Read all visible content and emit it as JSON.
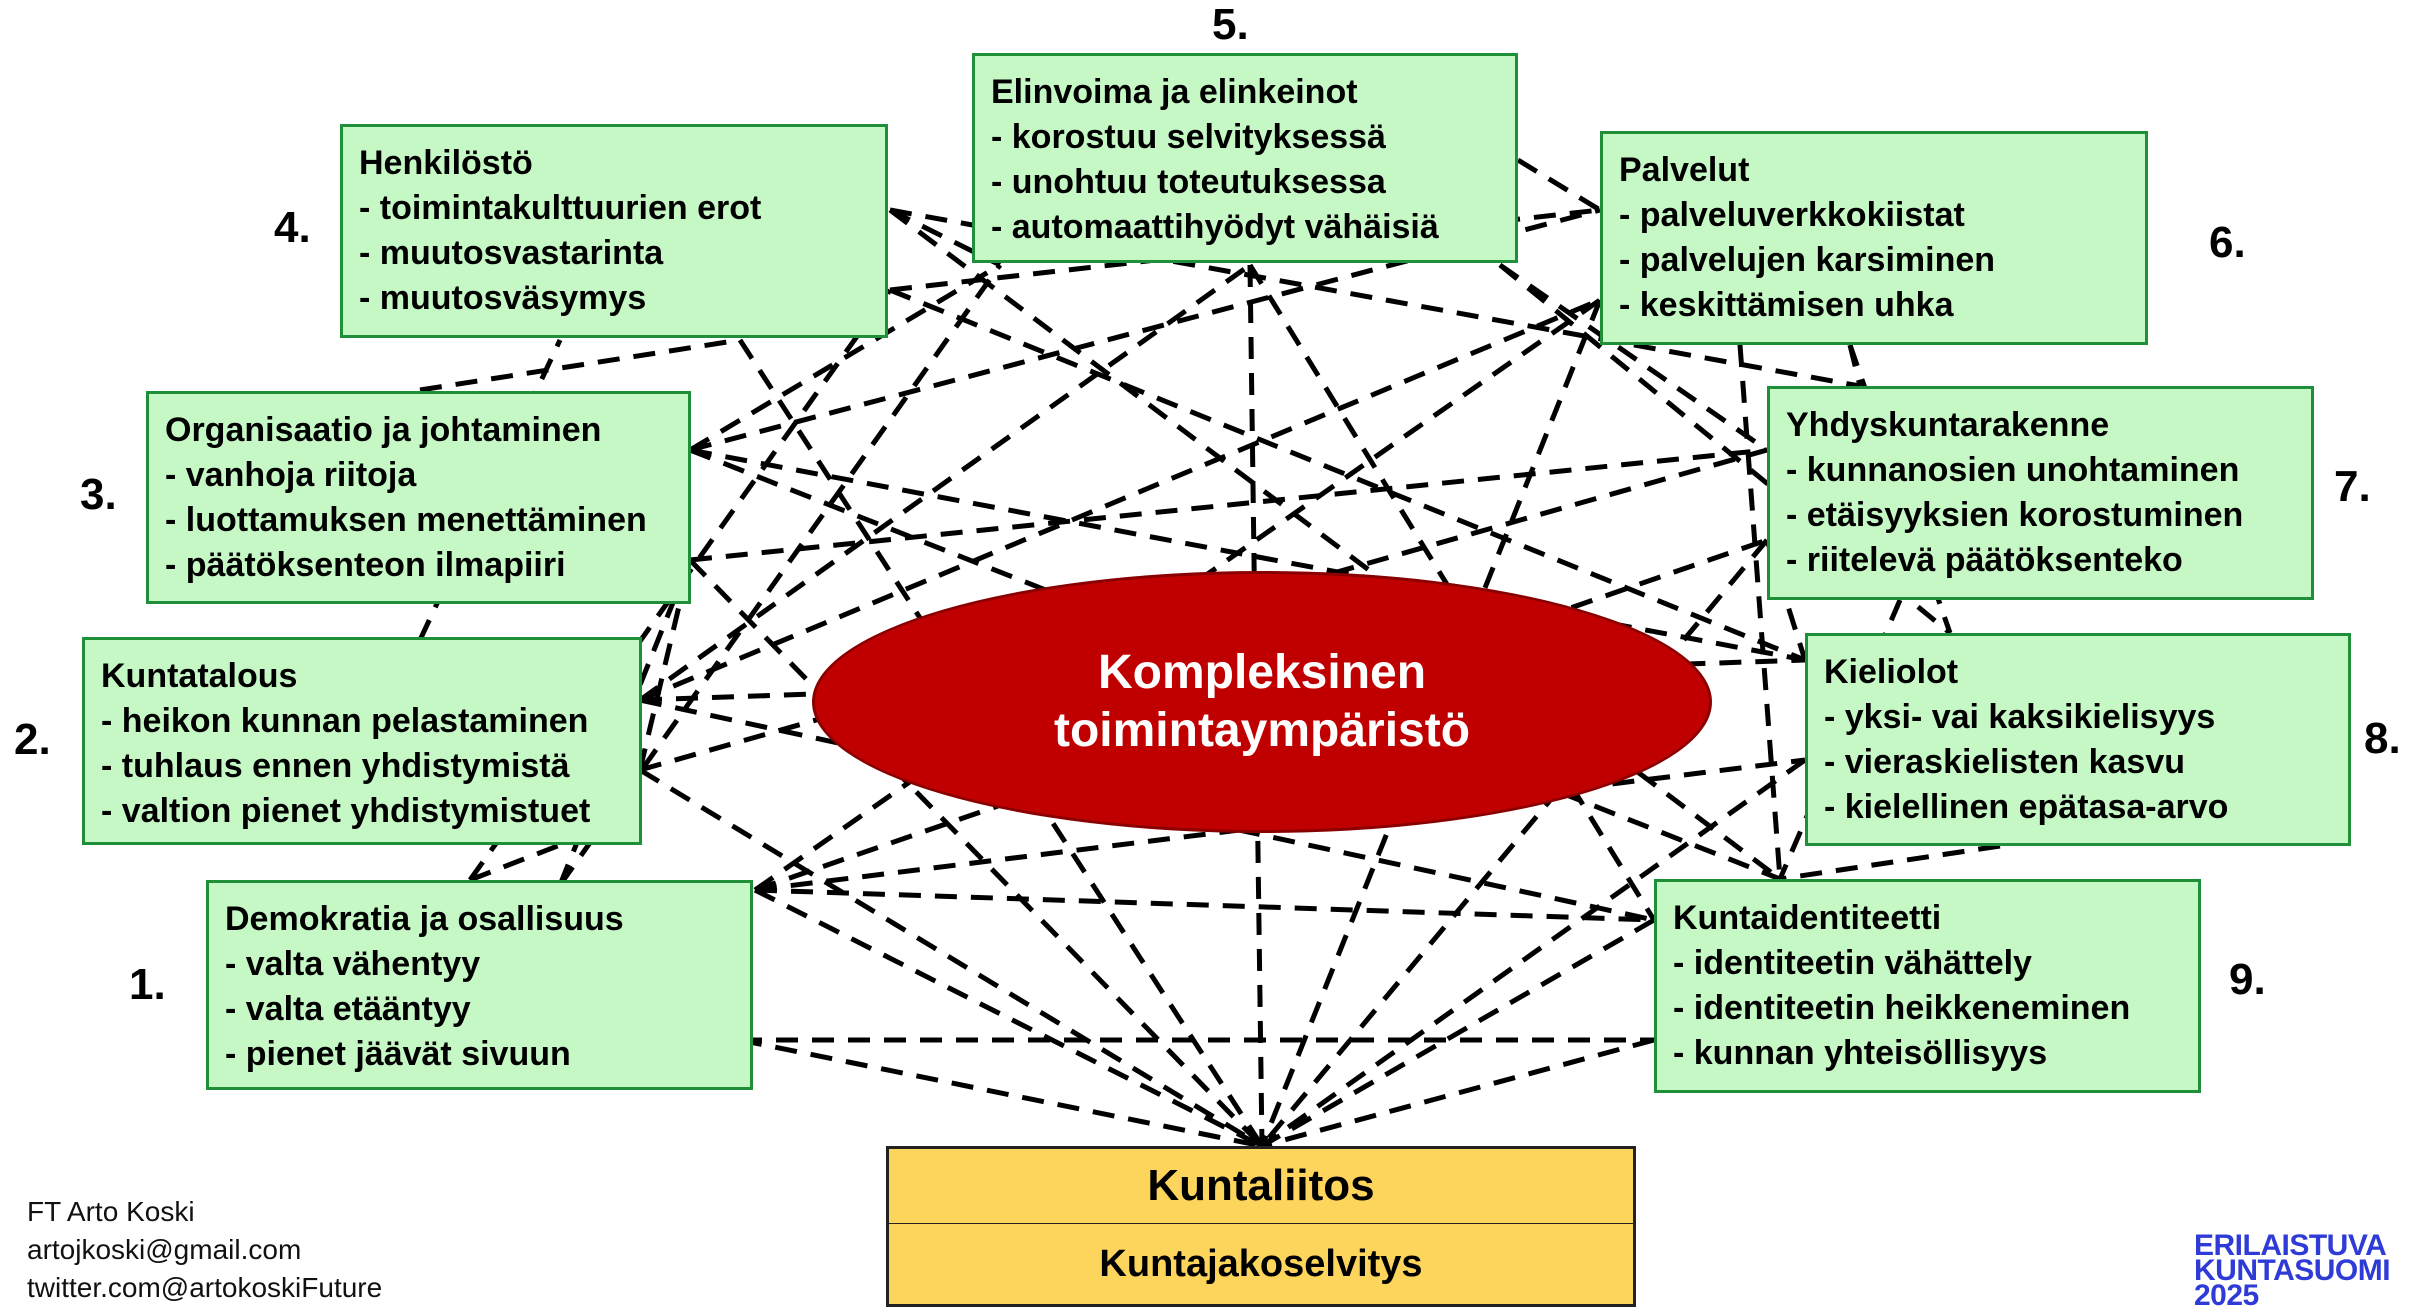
{
  "center": {
    "line1": "Kompleksinen",
    "line2": "toimintaympäristö"
  },
  "factors": [
    {
      "number": "1.",
      "title": "Demokratia ja osallisuus",
      "items": [
        "- valta vähentyy",
        "- valta etääntyy",
        "- pienet jäävät sivuun"
      ]
    },
    {
      "number": "2.",
      "title": "Kuntatalous",
      "items": [
        "- heikon kunnan pelastaminen",
        "- tuhlaus ennen yhdistymistä",
        "- valtion pienet yhdistymistuet"
      ]
    },
    {
      "number": "3.",
      "title": "Organisaatio ja johtaminen",
      "items": [
        "- vanhoja riitoja",
        "- luottamuksen menettäminen",
        "- päätöksenteon ilmapiiri"
      ]
    },
    {
      "number": "4.",
      "title": "Henkilöstö",
      "items": [
        "- toimintakulttuurien erot",
        "- muutosvastarinta",
        "- muutosväsymys"
      ]
    },
    {
      "number": "5.",
      "title": "Elinvoima ja elinkeinot",
      "items": [
        "- korostuu selvityksessä",
        "- unohtuu toteutuksessa",
        "- automaattihyödyt vähäisiä"
      ]
    },
    {
      "number": "6.",
      "title": "Palvelut",
      "items": [
        "- palveluverkkokiistat",
        "- palvelujen karsiminen",
        "- keskittämisen uhka"
      ]
    },
    {
      "number": "7.",
      "title": "Yhdyskuntarakenne",
      "items": [
        "- kunnanosien unohtaminen",
        "- etäisyyksien korostuminen",
        "- riitelevä päätöksenteko"
      ]
    },
    {
      "number": "8.",
      "title": "Kieliolot",
      "items": [
        "- yksi- vai kaksikielisyys",
        "- vieraskielisten kasvu",
        "- kielellinen epätasa-arvo"
      ]
    },
    {
      "number": "9.",
      "title": "Kuntaidentiteetti",
      "items": [
        "- identiteetin vähättely",
        "- identiteetin heikkeneminen",
        "- kunnan yhteisöllisyys"
      ]
    }
  ],
  "merger": {
    "title": "Kuntaliitos",
    "subtitle": "Kuntajakoselvitys"
  },
  "author": {
    "name": "FT Arto Koski",
    "email": "artojkoski@gmail.com",
    "twitter": "twitter.com@artokoskiFuture"
  },
  "logo": {
    "line1": "ERILAISTUVA",
    "line2": "KUNTASUOMI",
    "line3": "2025"
  },
  "colors": {
    "box_fill": "#c6f8c6",
    "box_border": "#1f8f3a",
    "center_fill": "#c00000",
    "merger_fill": "#fdd55c",
    "logo": "#2f3bd6"
  }
}
